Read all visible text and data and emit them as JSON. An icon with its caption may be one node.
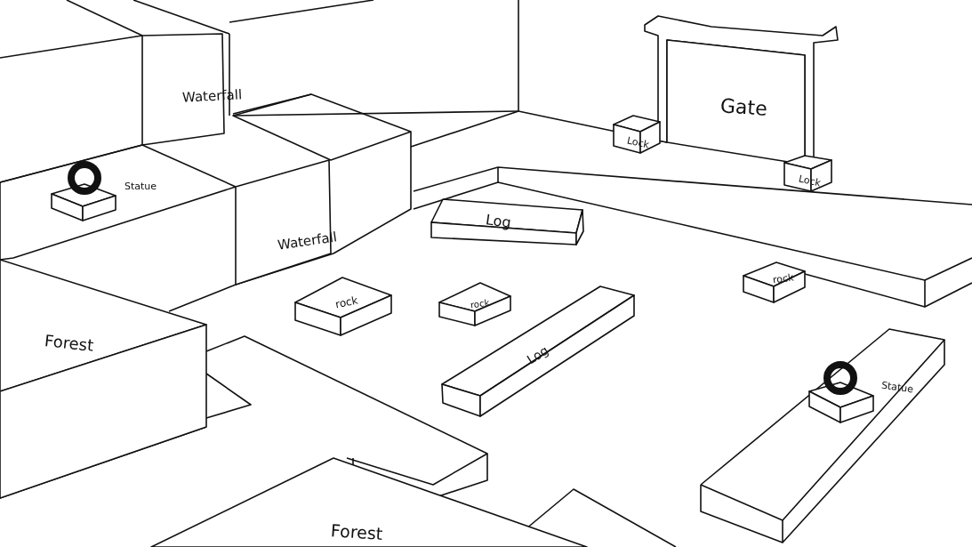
{
  "diagram": {
    "nodes": [
      {
        "text": [
          "Waterfall"
        ]
      },
      {
        "text": [
          "Gate"
        ]
      },
      {
        "text": [
          "Lock"
        ]
      },
      {
        "text": [
          "Lock"
        ]
      },
      {
        "text": [
          "Statue"
        ]
      },
      {
        "text": [
          "Log"
        ]
      },
      {
        "text": [
          "Waterfall"
        ]
      },
      {
        "text": [
          "rock"
        ]
      },
      {
        "text": [
          "rock"
        ]
      },
      {
        "text": [
          "rock"
        ]
      },
      {
        "text": [
          "Forest"
        ]
      },
      {
        "text": [
          "Log"
        ]
      },
      {
        "text": [
          "Statue"
        ]
      },
      {
        "text": [
          "Forest"
        ]
      }
    ],
    "edges": []
  }
}
